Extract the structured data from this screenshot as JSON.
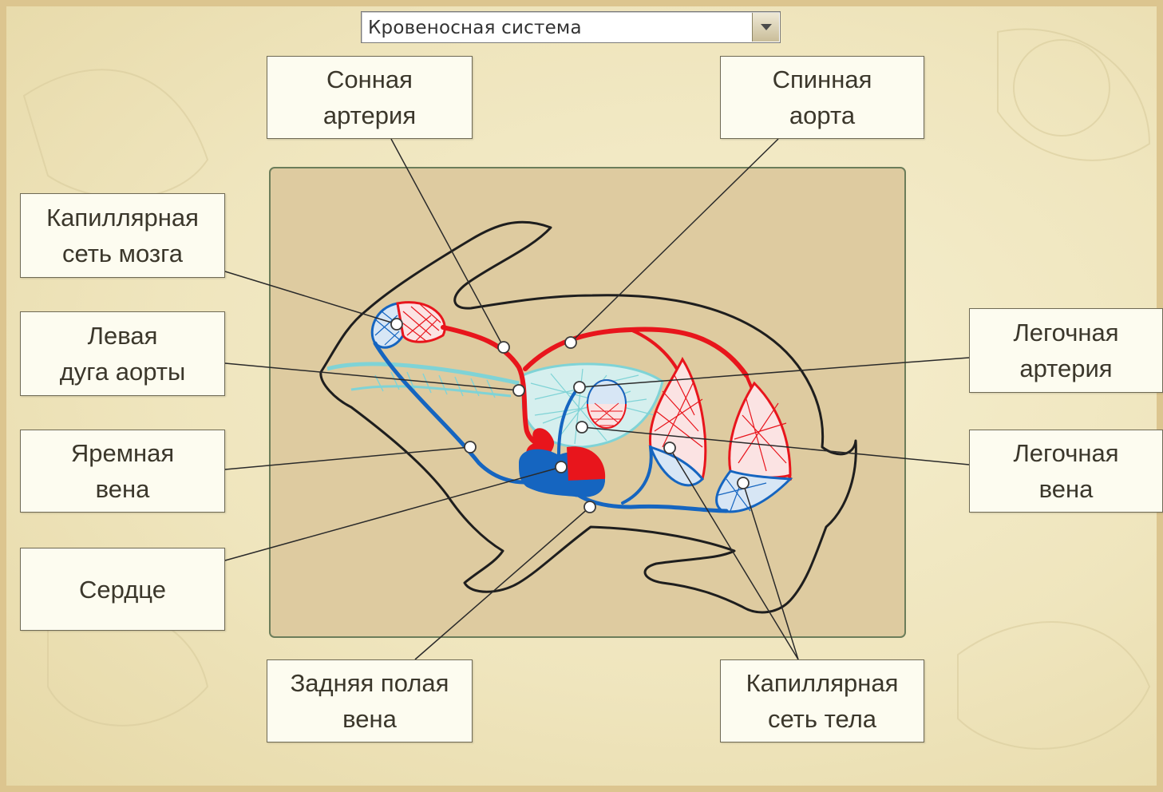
{
  "selector": {
    "selected": "Кровеносная система"
  },
  "labels": {
    "carotid_artery": "Сонная\nартерия",
    "dorsal_aorta": "Спинная\nаорта",
    "brain_capillaries": "Капиллярная\nсеть мозга",
    "left_aortic_arch": "Левая\nдуга аорты",
    "jugular_vein": "Яремная\nвена",
    "heart": "Сердце",
    "posterior_vena_cava": "Задняя полая\nвена",
    "body_capillaries": "Капиллярная\nсеть тела",
    "pulmonary_artery": "Легочная\nартерия",
    "pulmonary_vein": "Легочная\nвена"
  },
  "colors": {
    "arterial": "#e8151c",
    "venous": "#1565c0",
    "lung_network": "#7fd3d6",
    "panel": "#decba0",
    "outline": "#1e1e1e"
  }
}
